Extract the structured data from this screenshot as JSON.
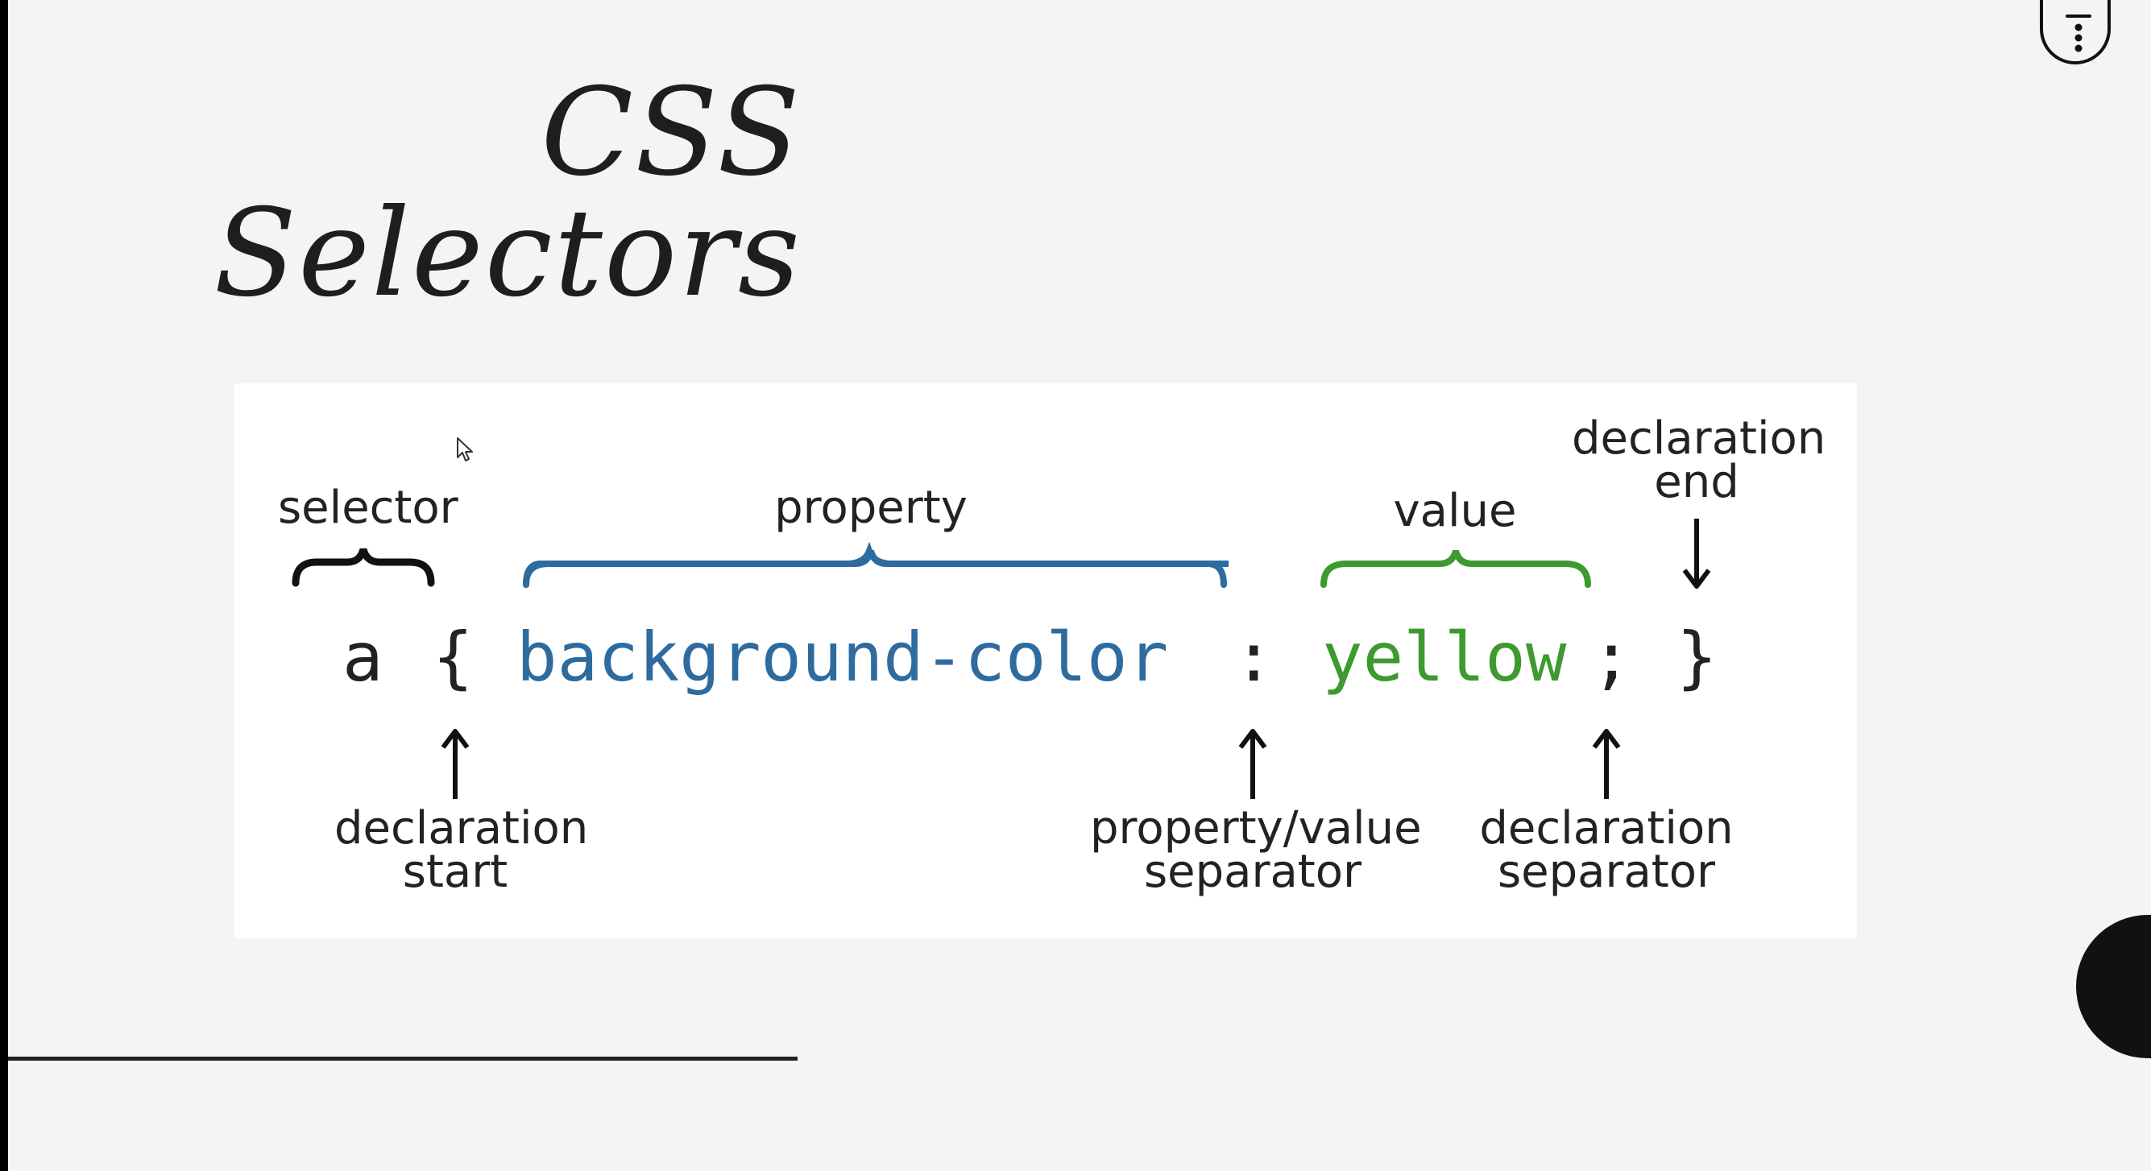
{
  "slide": {
    "title_line_1": "CSS",
    "title_line_2": "Selectors"
  },
  "diagram": {
    "code": {
      "selector": "a",
      "open_brace": "{",
      "property": "background-color",
      "colon": ":",
      "value": "yellow",
      "semicolon": ";",
      "close_brace": "}"
    },
    "labels": {
      "selector": "selector",
      "property": "property",
      "value": "value",
      "declaration_end_1": "declaration",
      "declaration_end_2": "end",
      "declaration_start_1": "declaration",
      "declaration_start_2": "start",
      "pv_separator_1": "property/value",
      "pv_separator_2": "separator",
      "decl_separator_1": "declaration",
      "decl_separator_2": "separator"
    },
    "colors": {
      "property": "#2e6b9e",
      "value": "#3d9a2f",
      "text": "#222222"
    }
  },
  "icons": {
    "menu": "more-vertical-icon",
    "cursor": "mouse-pointer-icon"
  }
}
